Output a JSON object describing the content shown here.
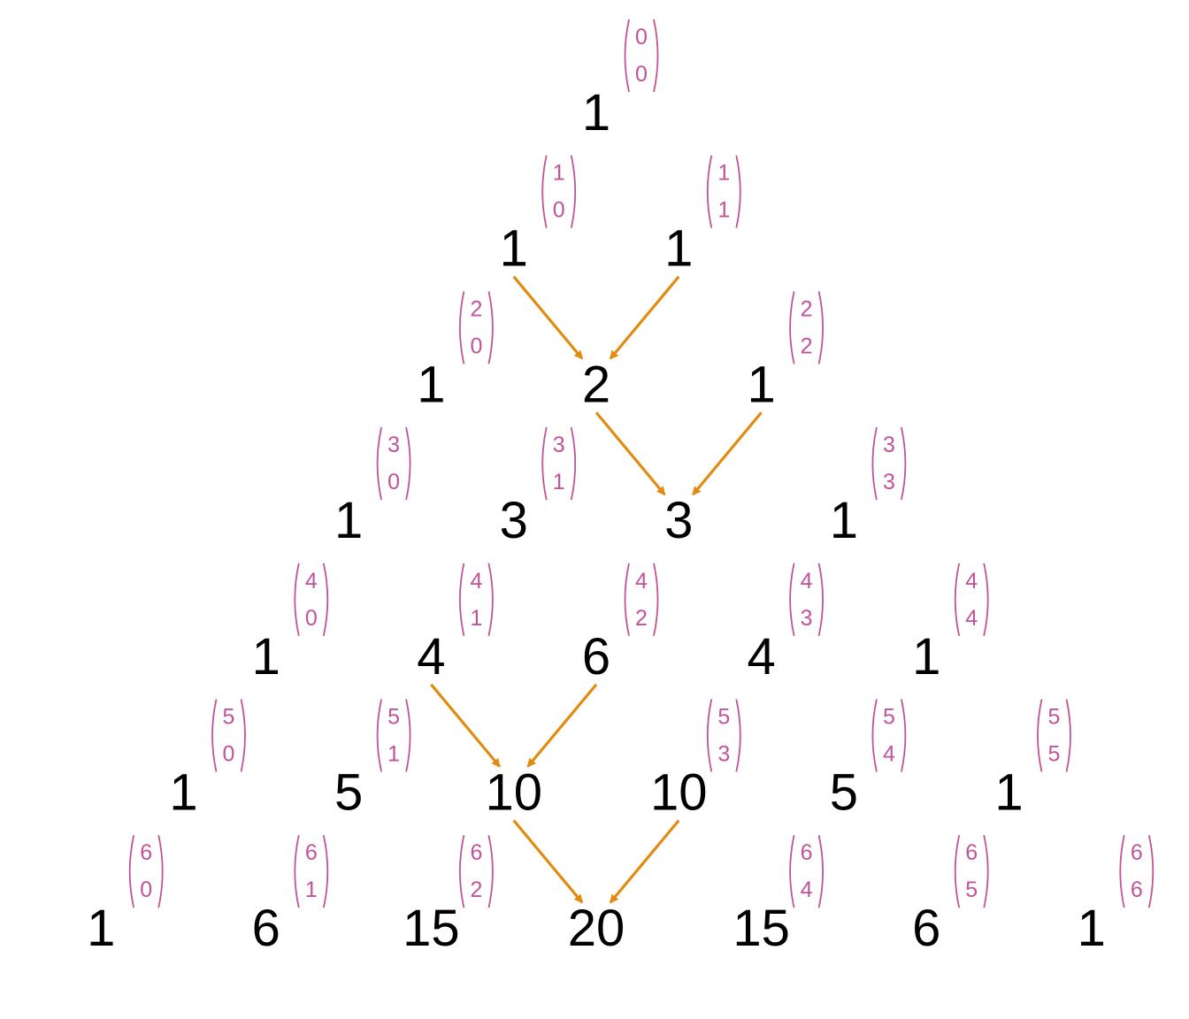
{
  "colors": {
    "number": "#000000",
    "binomial": "#c0549a",
    "arrow": "#e08c12",
    "background": "#ffffff"
  },
  "rows": [
    [
      1
    ],
    [
      1,
      1
    ],
    [
      1,
      2,
      1
    ],
    [
      1,
      3,
      3,
      1
    ],
    [
      1,
      4,
      6,
      4,
      1
    ],
    [
      1,
      5,
      10,
      10,
      5,
      1
    ],
    [
      1,
      6,
      15,
      20,
      15,
      6,
      1
    ]
  ],
  "binomials": [
    {
      "n": 0,
      "k": 0
    },
    {
      "n": 1,
      "k": 0
    },
    {
      "n": 1,
      "k": 1
    },
    {
      "n": 2,
      "k": 0
    },
    {
      "n": 2,
      "k": 2
    },
    {
      "n": 3,
      "k": 0
    },
    {
      "n": 3,
      "k": 1
    },
    {
      "n": 3,
      "k": 3
    },
    {
      "n": 4,
      "k": 0
    },
    {
      "n": 4,
      "k": 1
    },
    {
      "n": 4,
      "k": 2
    },
    {
      "n": 4,
      "k": 3
    },
    {
      "n": 4,
      "k": 4
    },
    {
      "n": 5,
      "k": 0
    },
    {
      "n": 5,
      "k": 1
    },
    {
      "n": 5,
      "k": 3
    },
    {
      "n": 5,
      "k": 4
    },
    {
      "n": 5,
      "k": 5
    },
    {
      "n": 6,
      "k": 0
    },
    {
      "n": 6,
      "k": 1
    },
    {
      "n": 6,
      "k": 2
    },
    {
      "n": 6,
      "k": 4
    },
    {
      "n": 6,
      "k": 5
    },
    {
      "n": 6,
      "k": 6
    }
  ],
  "arrows": [
    {
      "from": [
        1,
        0
      ],
      "to": [
        2,
        1
      ]
    },
    {
      "from": [
        1,
        1
      ],
      "to": [
        2,
        1
      ]
    },
    {
      "from": [
        2,
        1
      ],
      "to": [
        3,
        2
      ]
    },
    {
      "from": [
        2,
        2
      ],
      "to": [
        3,
        2
      ]
    },
    {
      "from": [
        4,
        1
      ],
      "to": [
        5,
        2
      ]
    },
    {
      "from": [
        4,
        2
      ],
      "to": [
        5,
        2
      ]
    },
    {
      "from": [
        5,
        2
      ],
      "to": [
        6,
        3
      ]
    },
    {
      "from": [
        5,
        3
      ],
      "to": [
        6,
        3
      ]
    }
  ]
}
